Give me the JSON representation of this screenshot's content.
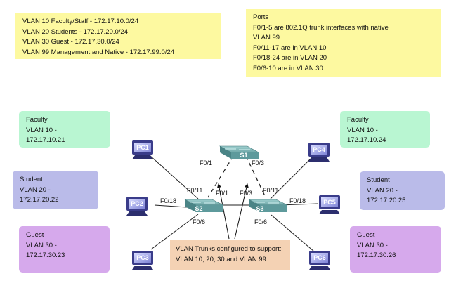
{
  "vlan_legend": [
    "VLAN 10  Faculty/Staff - 172.17.10.0/24",
    "VLAN 20  Students - 172.17.20.0/24",
    "VLAN 30  Guest - 172.17.30.0/24",
    "VLAN 99  Management and Native - 172.17.99.0/24"
  ],
  "ports_note": {
    "title": "Ports",
    "lines": [
      "F0/1-5 are 802.1Q trunk interfaces with native",
      "VLAN 99",
      "F0/11-17 are in VLAN 10",
      "F0/18-24 are in VLAN 20",
      "F0/6-10 are in VLAN 30"
    ]
  },
  "hosts": {
    "faculty_left": {
      "role": "Faculty",
      "vlan": "VLAN 10 -",
      "ip": "172.17.10.21"
    },
    "faculty_right": {
      "role": "Faculty",
      "vlan": "VLAN 10 -",
      "ip": "172.17.10.24"
    },
    "student_left": {
      "role": "Student",
      "vlan": "VLAN 20 -",
      "ip": "172.17.20.22"
    },
    "student_right": {
      "role": "Student",
      "vlan": "VLAN 20 -",
      "ip": "172.17.20.25"
    },
    "guest_left": {
      "role": "Guest",
      "vlan": "VLAN 30 -",
      "ip": "172.17.30.23"
    },
    "guest_right": {
      "role": "Guest",
      "vlan": "VLAN 30 -",
      "ip": "172.17.30.26"
    }
  },
  "devices": {
    "s1": "S1",
    "s2": "S2",
    "s3": "S3",
    "pc1": "PC1",
    "pc2": "PC2",
    "pc3": "PC3",
    "pc4": "PC4",
    "pc5": "PC5",
    "pc6": "PC6"
  },
  "ports": {
    "s1_left": "F0/1",
    "s1_right": "F0/3",
    "s2_trunk": "F0/1",
    "s3_trunk": "F0/3",
    "s2_f011": "F0/11",
    "s3_f011": "F0/11",
    "s2_f018": "F0/18",
    "s3_f018": "F0/18",
    "s2_f06": "F0/6",
    "s3_f06": "F0/6"
  },
  "trunk_note": [
    "VLAN Trunks configured to support:",
    "VLAN 10, 20, 30 and VLAN 99"
  ],
  "colors": {
    "note_yellow": "#fdf9a0",
    "faculty_green": "#b9f6d2",
    "student_blue": "#babbe9",
    "guest_purple": "#d6a9ec",
    "trunk_tan": "#f4d2b4",
    "switch_teal": "#5e9a9c",
    "pc_navy": "#3a3c8a"
  }
}
